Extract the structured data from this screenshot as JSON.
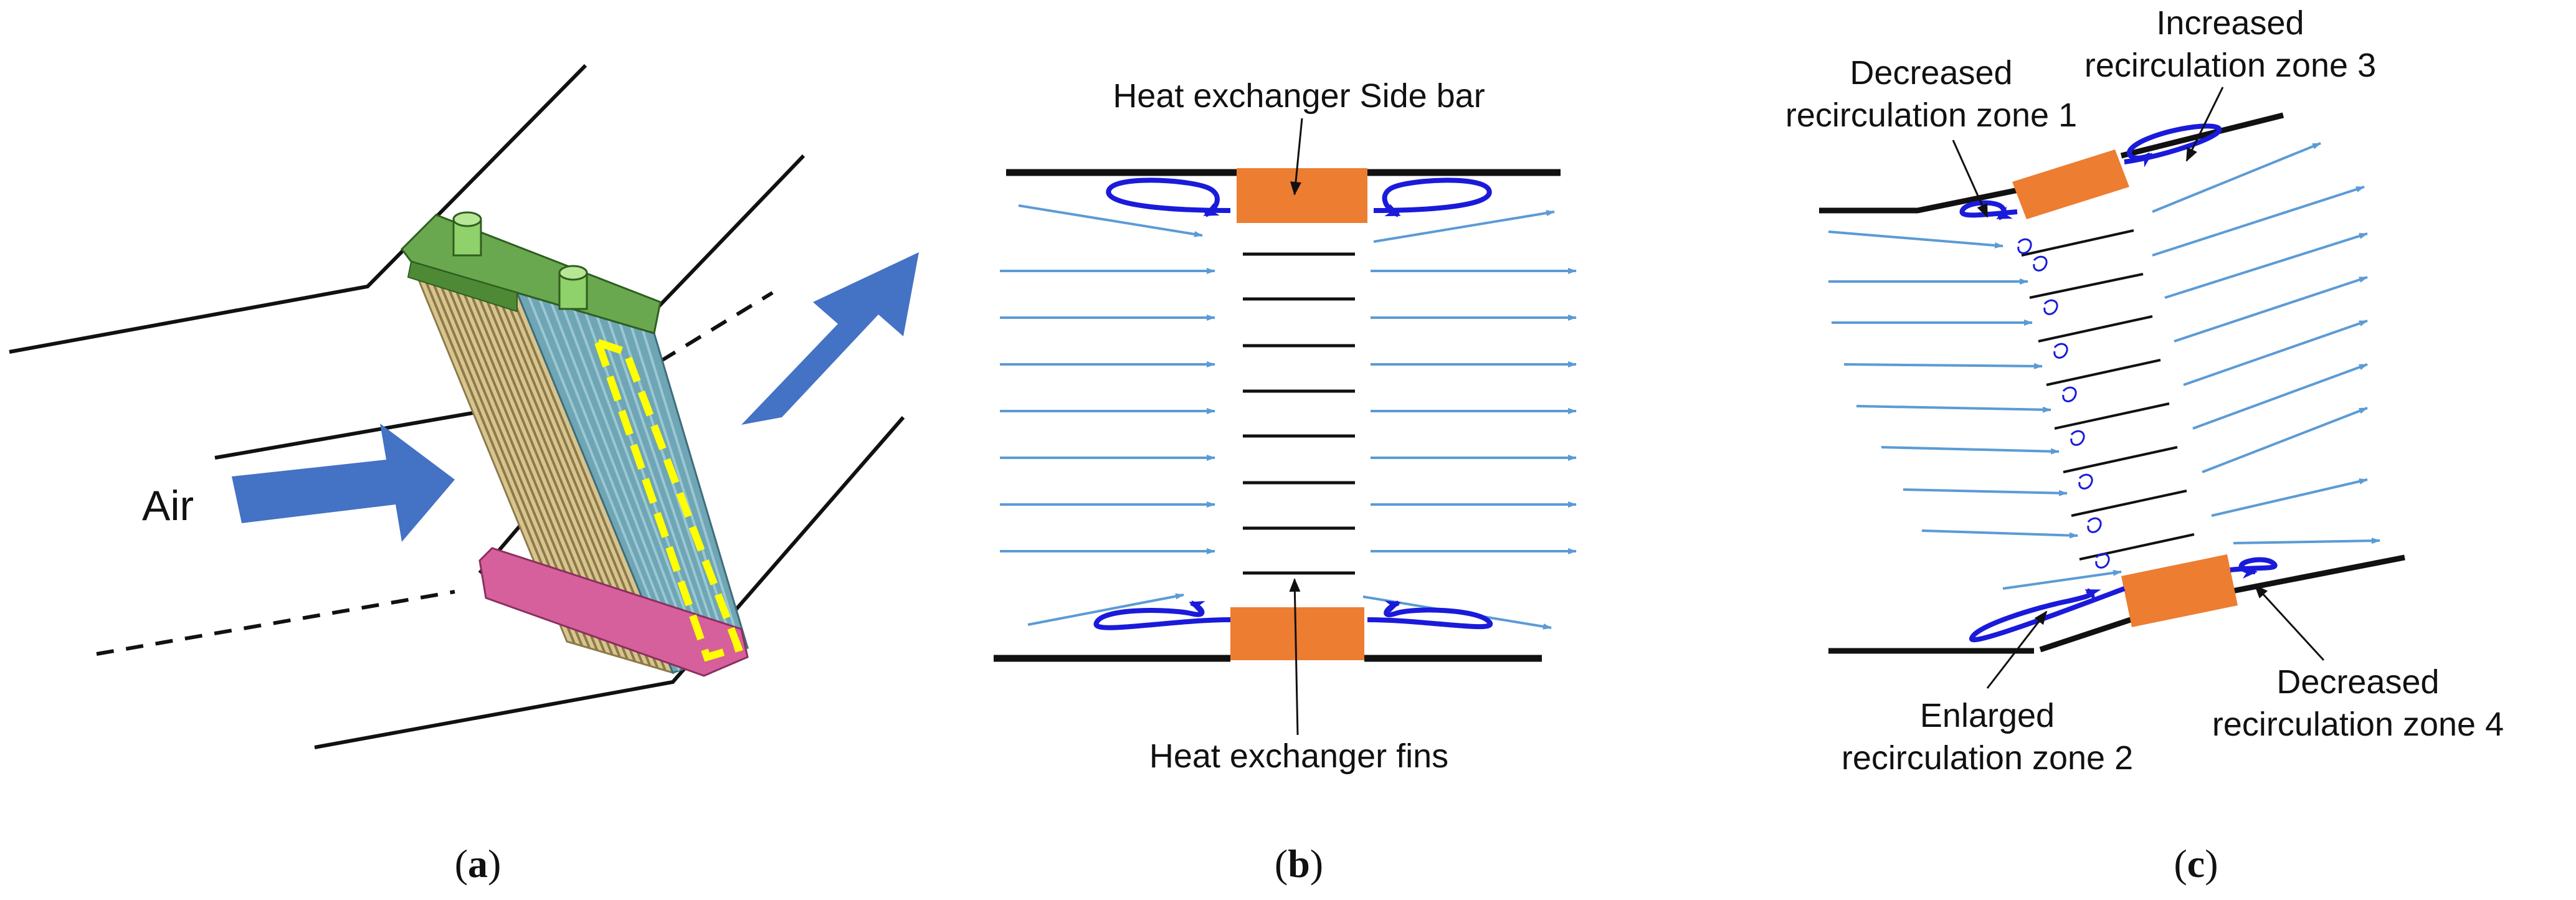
{
  "panels": {
    "a": {
      "label_open": "(",
      "label_letter": "a",
      "label_close": ")",
      "air_label": "Air"
    },
    "b": {
      "label_open": "(",
      "label_letter": "b",
      "label_close": ")",
      "side_bar_label": "Heat exchanger Side bar",
      "fins_label": "Heat exchanger fins"
    },
    "c": {
      "label_open": "(",
      "label_letter": "c",
      "label_close": ")",
      "zone1": [
        "Decreased",
        "recirculation zone 1"
      ],
      "zone2": [
        "Enlarged",
        "recirculation zone 2"
      ],
      "zone3": [
        "Increased",
        "recirculation zone 3"
      ],
      "zone4": [
        "Decreased",
        "recirculation zone 4"
      ]
    }
  },
  "colors": {
    "flow_arrow": "#5b9bd5",
    "recirculation": "#1a1adb",
    "side_bar": "#ed7d31",
    "big_arrow": "#4472c4",
    "highlight": "#ffff00",
    "header_green": "#6aa84f",
    "bottom_tank": "#d5609b",
    "core_front": "#d9c48e",
    "core_side": "#6fa6b5"
  },
  "icons": [
    "block-arrow-icon",
    "flow-arrow-icon",
    "recirculation-loop-icon"
  ]
}
